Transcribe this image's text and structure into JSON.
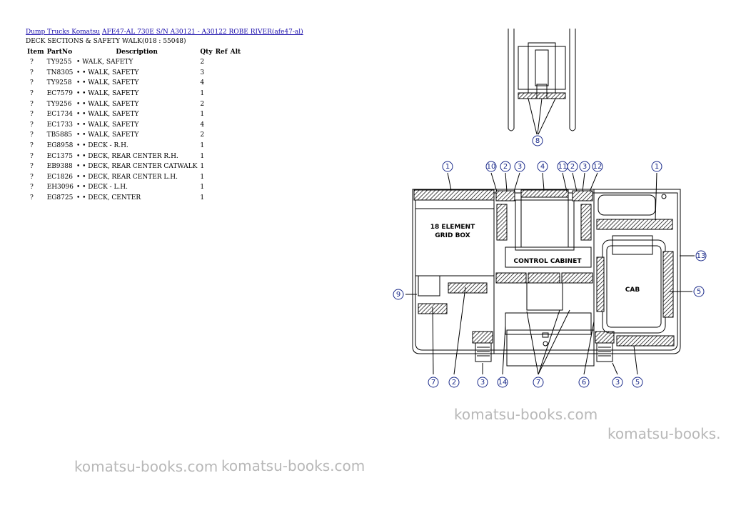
{
  "breadcrumb": {
    "link1": "Dump Trucks Komatsu",
    "link2": "AFE47-AL 730E S/N A30121 - A30122 ROBE RIVER(afe47-al)"
  },
  "subtitle": "DECK SECTIONS & SAFETY WALK(018 : 55048)",
  "table": {
    "headers": {
      "item": "Item",
      "partno": "PartNo",
      "description": "Description",
      "qty": "Qty",
      "ref": "Ref",
      "alt": "Alt"
    },
    "rows": [
      {
        "item": "?",
        "partno": "TY9255",
        "description": "• WALK, SAFETY",
        "qty": "2"
      },
      {
        "item": "?",
        "partno": "TN8305",
        "description": "• • WALK, SAFETY",
        "qty": "3"
      },
      {
        "item": "?",
        "partno": "TY9258",
        "description": "• • WALK, SAFETY",
        "qty": "4"
      },
      {
        "item": "?",
        "partno": "EC7579",
        "description": "• • WALK, SAFETY",
        "qty": "1"
      },
      {
        "item": "?",
        "partno": "TY9256",
        "description": "• • WALK, SAFETY",
        "qty": "2"
      },
      {
        "item": "?",
        "partno": "EC1734",
        "description": "• • WALK, SAFETY",
        "qty": "1"
      },
      {
        "item": "?",
        "partno": "EC1733",
        "description": "• • WALK, SAFETY",
        "qty": "4"
      },
      {
        "item": "?",
        "partno": "TB5885",
        "description": "• • WALK, SAFETY",
        "qty": "2"
      },
      {
        "item": "?",
        "partno": "EG8958",
        "description": "• • DECK - R.H.",
        "qty": "1"
      },
      {
        "item": "?",
        "partno": "EC1375",
        "description": "• • DECK, REAR CENTER R.H.",
        "qty": "1"
      },
      {
        "item": "?",
        "partno": "EB9388",
        "description": "• • DECK, REAR CENTER CATWALK",
        "qty": "1"
      },
      {
        "item": "?",
        "partno": "EC1826",
        "description": "• • DECK, REAR CENTER L.H.",
        "qty": "1"
      },
      {
        "item": "?",
        "partno": "EH3096",
        "description": "• • DECK - L.H.",
        "qty": "1"
      },
      {
        "item": "?",
        "partno": "EG8725",
        "description": "• • DECK, CENTER",
        "qty": "1"
      }
    ]
  },
  "diagram": {
    "labels": {
      "grid_box_1": "18 ELEMENT",
      "grid_box_2": "GRID BOX",
      "control_cabinet": "CONTROL CABINET",
      "cab": "CAB"
    },
    "callouts": [
      "8",
      "1",
      "10",
      "2",
      "3",
      "4",
      "11",
      "2",
      "3",
      "12",
      "1",
      "13",
      "5",
      "9",
      "7",
      "2",
      "3",
      "14",
      "7",
      "6",
      "3",
      "5"
    ]
  },
  "watermarks": [
    "komatsu-books.com",
    "komatsu-books.",
    "komatsu-books.com",
    "komatsu-books.com"
  ]
}
